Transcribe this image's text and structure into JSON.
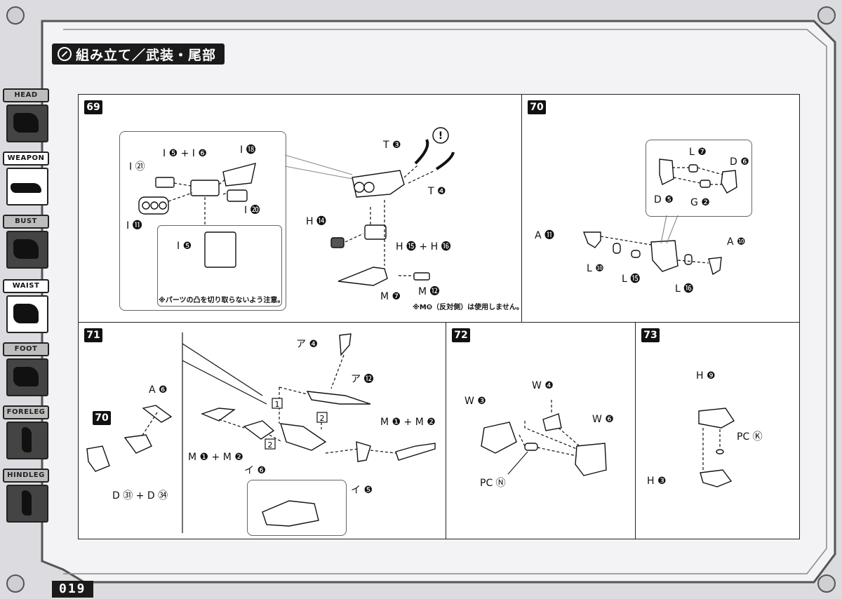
{
  "page": {
    "title": "組み立て／武装・尾部",
    "page_number": "019"
  },
  "sidebar": {
    "items": [
      {
        "label": "HEAD",
        "state": "inactive"
      },
      {
        "label": "WEAPON",
        "state": "active"
      },
      {
        "label": "BUST",
        "state": "inactive"
      },
      {
        "label": "WAIST",
        "state": "active"
      },
      {
        "label": "FOOT",
        "state": "inactive"
      },
      {
        "label": "FORELEG",
        "state": "inactive"
      },
      {
        "label": "HINDLEG",
        "state": "inactive"
      }
    ]
  },
  "steps": {
    "s69": {
      "number": "69",
      "labels": {
        "i5_i6": "I ❺ + I ❻",
        "i18": "I ⓲",
        "i21": "I ㉑",
        "i20": "I ⓴",
        "i11": "I ⓫",
        "i5_inset": "I ❺",
        "t3": "T ❸",
        "t4": "T ❹",
        "h14": "H ⓮",
        "h15_h16": "H ⓯ + H ⓰",
        "m7": "M ❼",
        "m12": "M ⓬"
      },
      "note_inset": "※パーツの凸を切り取らないよう注意。",
      "note_bottom": "※M❽（反対側）は使用しません。",
      "caution_mark": "!"
    },
    "s70": {
      "number": "70",
      "labels": {
        "l7": "L ❼",
        "d6": "D ❻",
        "d5": "D ❺",
        "g2": "G ❷",
        "a11": "A ⓫",
        "a10": "A ❿",
        "l10": "L ❿",
        "l15": "L ⓯",
        "l16": "L ⓰"
      }
    },
    "s71": {
      "number": "71",
      "ref_step": "70",
      "labels": {
        "a6": "A ❻",
        "d31_d34": "D ㉛ + D ㉞",
        "ア4": "ア ❹",
        "ア12": "ア ⓬",
        "m1_m2_left": "M ❶ + M ❷",
        "m1_m2_right": "M ❶ + M ❷",
        "イ6": "イ ❻",
        "イ5": "イ ❺"
      },
      "sequence_markers": [
        "1",
        "2",
        "2"
      ]
    },
    "s72": {
      "number": "72",
      "labels": {
        "w4": "W ❹",
        "w3": "W ❸",
        "w6": "W ❻",
        "pcn": "PC Ⓝ"
      }
    },
    "s73": {
      "number": "73",
      "labels": {
        "h9": "H ❾",
        "pck": "PC Ⓚ",
        "h3": "H ❸"
      }
    }
  }
}
